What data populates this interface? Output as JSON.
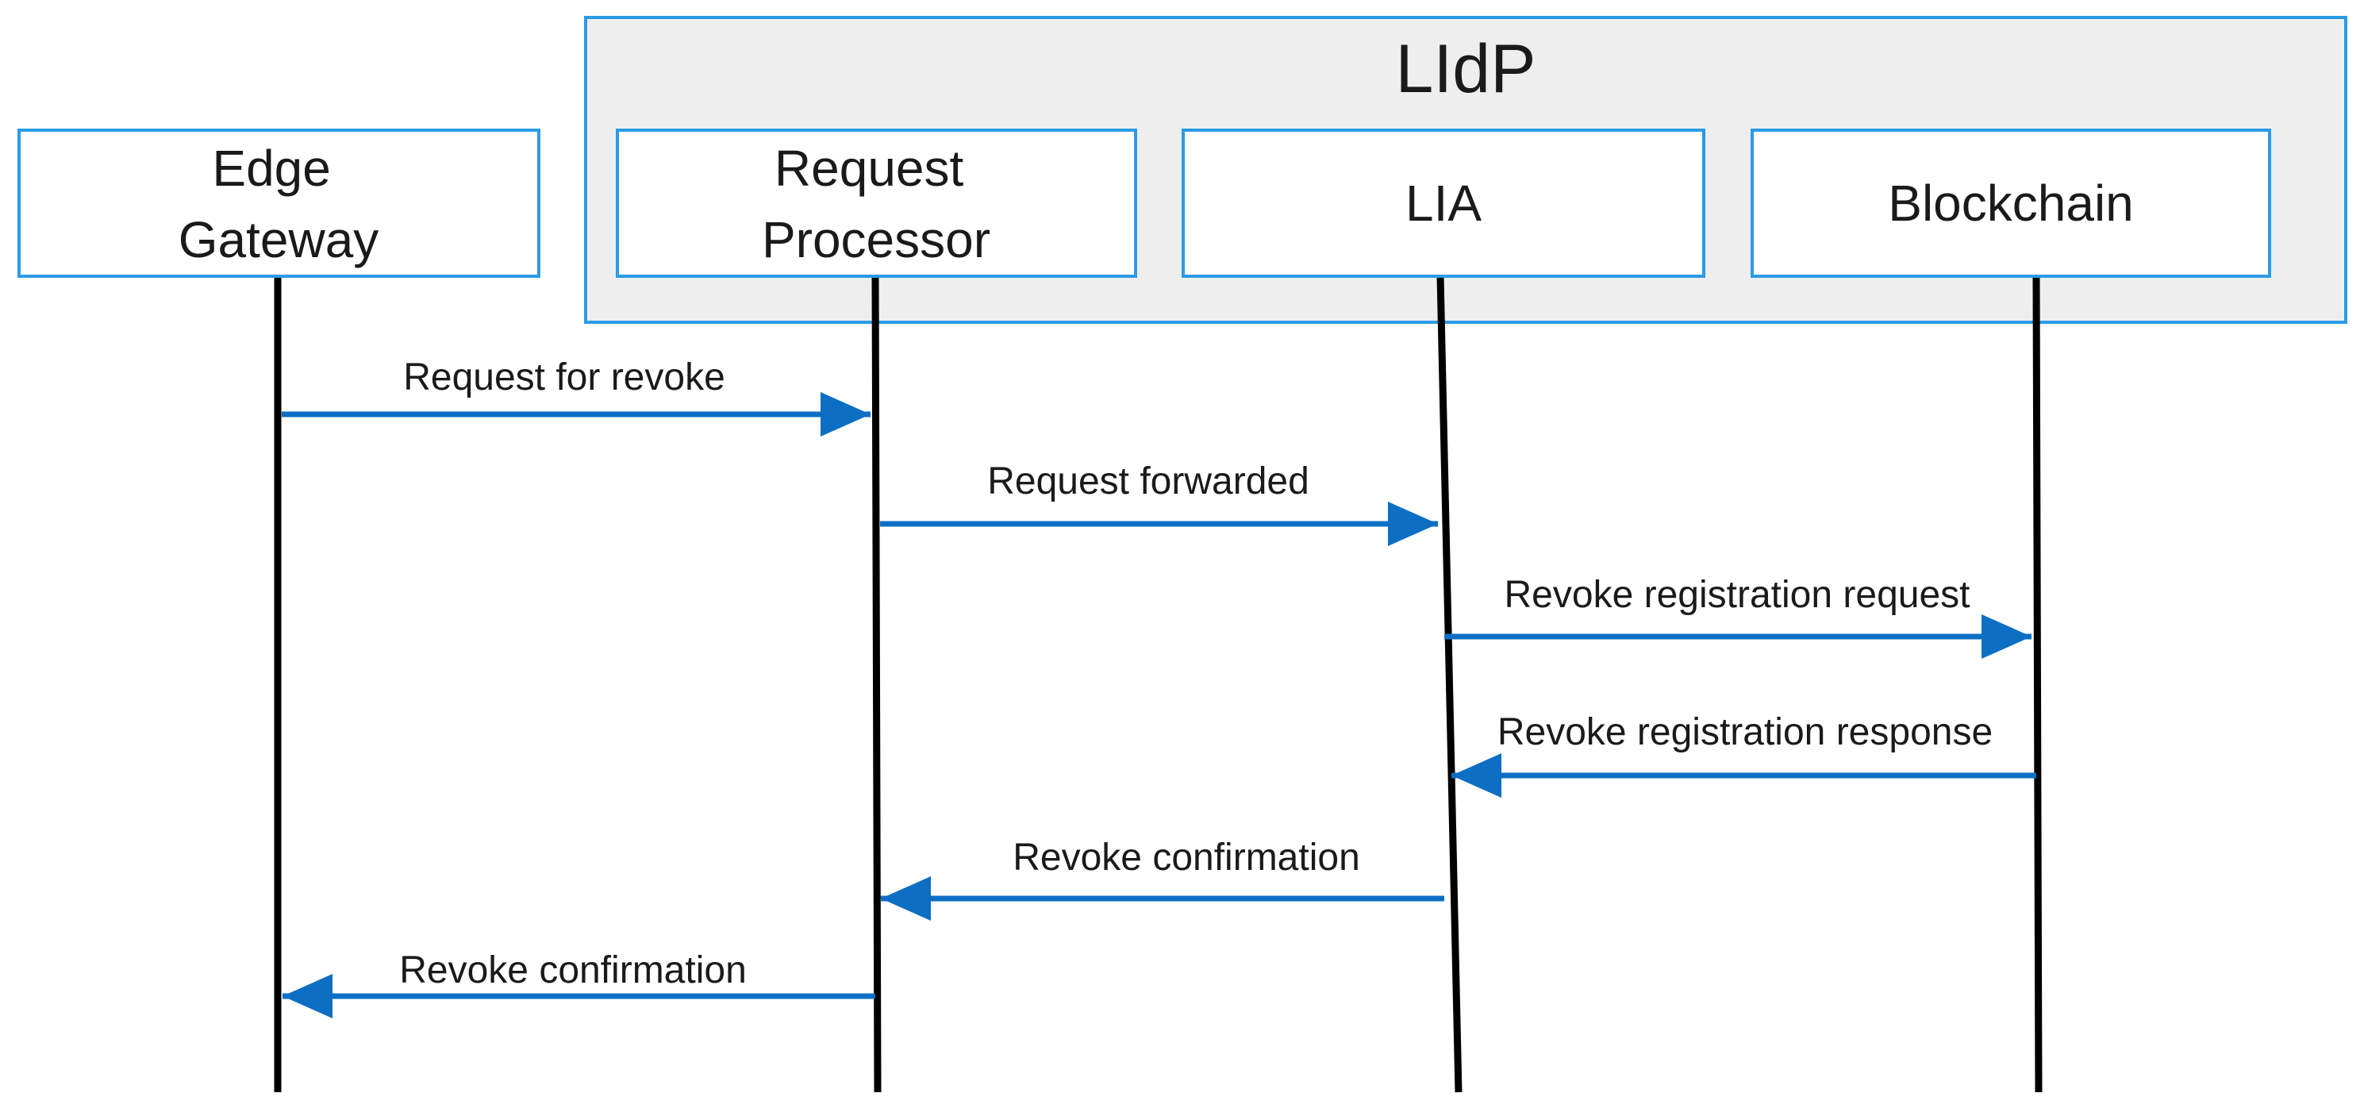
{
  "group": {
    "title": "LIdP"
  },
  "participants": [
    {
      "id": "edge-gateway",
      "lines": [
        "Edge",
        "Gateway"
      ]
    },
    {
      "id": "request-processor",
      "lines": [
        "Request",
        "Processor"
      ]
    },
    {
      "id": "lia",
      "lines": [
        "LIA"
      ]
    },
    {
      "id": "blockchain",
      "lines": [
        "Blockchain"
      ]
    }
  ],
  "messages": [
    {
      "id": "m1",
      "from": "edge-gateway",
      "to": "request-processor",
      "label": "Request for revoke"
    },
    {
      "id": "m2",
      "from": "request-processor",
      "to": "lia",
      "label": "Request forwarded"
    },
    {
      "id": "m3",
      "from": "lia",
      "to": "blockchain",
      "label": "Revoke registration request"
    },
    {
      "id": "m4",
      "from": "blockchain",
      "to": "lia",
      "label": "Revoke registration response"
    },
    {
      "id": "m5",
      "from": "lia",
      "to": "request-processor",
      "label": "Revoke confirmation"
    },
    {
      "id": "m6",
      "from": "request-processor",
      "to": "edge-gateway",
      "label": "Revoke confirmation"
    }
  ],
  "colors": {
    "box_border": "#2b9be6",
    "group_fill": "#eeeeee",
    "group_border": "#2b9be6",
    "lifeline": "#000000",
    "arrow": "#0d6fc4"
  }
}
